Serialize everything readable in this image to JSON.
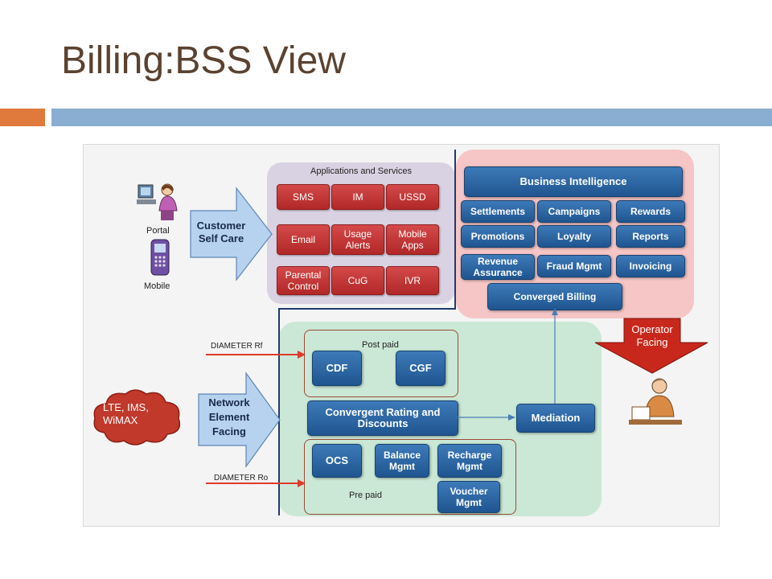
{
  "title": "Billing:BSS View",
  "colors": {
    "title": "#5b4230",
    "accent_orange": "#e07a3c",
    "accent_blue": "#8aaed1",
    "service_red": "#c0392b",
    "component_blue": "#2e6aa5",
    "panel_purple": "#d9d2e3",
    "panel_pink": "#f6c6c6",
    "panel_green": "#cbe8d6"
  },
  "left": {
    "portal_label": "Portal",
    "mobile_label": "Mobile",
    "customer_arrow": "Customer Self Care",
    "cloud_label": "LTE, IMS, WiMAX",
    "network_arrow": "Network Element Facing",
    "diameter_rf": "DIAMETER Rf",
    "diameter_ro": "DIAMETER Ro"
  },
  "applications": {
    "title": "Applications and Services",
    "items": [
      "SMS",
      "IM",
      "USSD",
      "Email",
      "Usage Alerts",
      "Mobile Apps",
      "Parental Control",
      "CuG",
      "IVR"
    ]
  },
  "bss": {
    "business_intelligence": "Business Intelligence",
    "items": [
      "Settlements",
      "Campaigns",
      "Rewards",
      "Promotions",
      "Loyalty",
      "Reports",
      "Revenue Assurance",
      "Fraud Mgmt",
      "Invoicing"
    ],
    "converged_billing": "Converged Billing"
  },
  "operator_arrow": "Operator Facing",
  "charging": {
    "postpaid_label": "Post paid",
    "cdf": "CDF",
    "cgf": "CGF",
    "convergent_rating": "Convergent Rating and Discounts",
    "mediation": "Mediation",
    "ocs": "OCS",
    "balance": "Balance Mgmt",
    "recharge": "Recharge Mgmt",
    "voucher": "Voucher Mgmt",
    "prepaid_label": "Pre paid"
  }
}
